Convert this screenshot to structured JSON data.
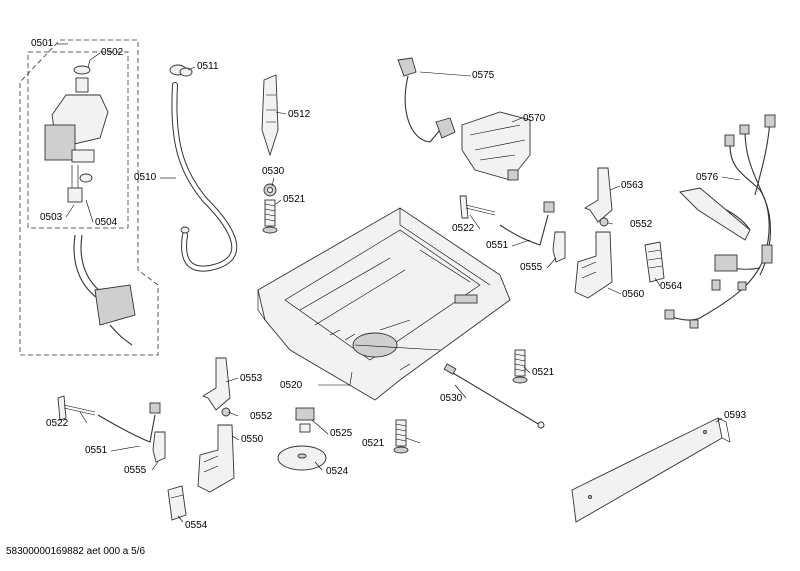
{
  "footer": "58300000169882 aet 000 a 5/6",
  "parts": {
    "p0501": "0501",
    "p0502": "0502",
    "p0503": "0503",
    "p0504": "0504",
    "p0510": "0510",
    "p0511": "0511",
    "p0512": "0512",
    "p0520": "0520",
    "p0521a": "0521",
    "p0521b": "0521",
    "p0521c": "0521",
    "p0522a": "0522",
    "p0522b": "0522",
    "p0524": "0524",
    "p0525": "0525",
    "p0530a": "0530",
    "p0530b": "0530",
    "p0550": "0550",
    "p0551a": "0551",
    "p0551b": "0551",
    "p0552a": "0552",
    "p0552b": "0552",
    "p0553": "0553",
    "p0554": "0554",
    "p0555a": "0555",
    "p0555b": "0555",
    "p0560": "0560",
    "p0563": "0563",
    "p0564": "0564",
    "p0570": "0570",
    "p0575": "0575",
    "p0576": "0576",
    "p0593": "0593"
  }
}
